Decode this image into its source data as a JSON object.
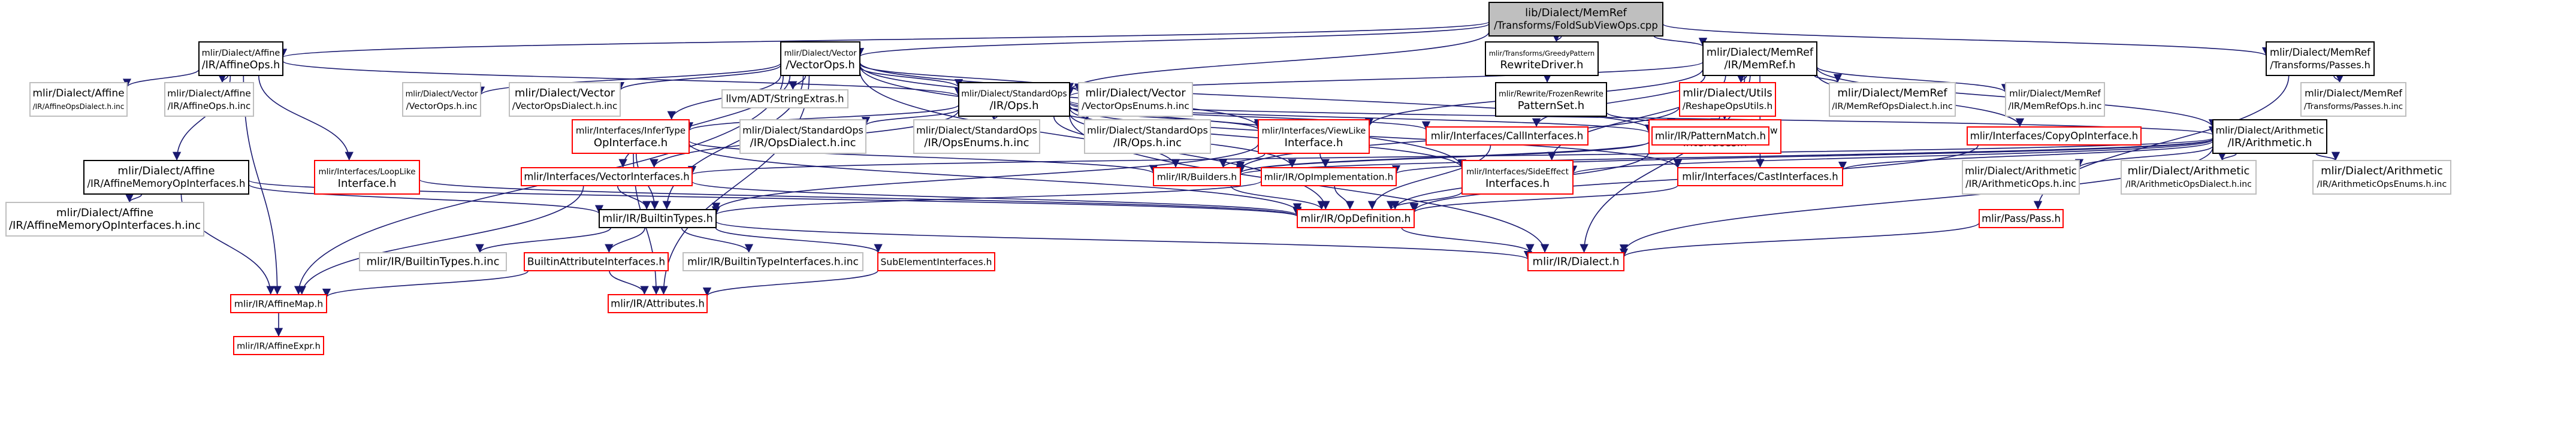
{
  "colors": {
    "edge": "#191970",
    "root_fill": "#bfbfbf",
    "root_border": "#000000",
    "link_border": "#000000",
    "external_border": "#bfbfbf",
    "truncated_border": "#ff0000",
    "text": "#000000"
  },
  "nodes": [
    {
      "id": "root",
      "kind": "root",
      "lines": [
        "lib/Dialect/MemRef",
        "/Transforms/FoldSubViewOps.cpp"
      ]
    },
    {
      "id": "affine_ops",
      "kind": "link",
      "lines": [
        "mlir/Dialect/Affine",
        "/IR/AffineOps.h"
      ]
    },
    {
      "id": "vector_ops",
      "kind": "link",
      "lines": [
        "mlir/Dialect/Vector",
        "/VectorOps.h"
      ]
    },
    {
      "id": "greedy",
      "kind": "link",
      "lines": [
        "mlir/Transforms/GreedyPattern",
        "RewriteDriver.h"
      ]
    },
    {
      "id": "memref_h",
      "kind": "link",
      "lines": [
        "mlir/Dialect/MemRef",
        "/IR/MemRef.h"
      ]
    },
    {
      "id": "memref_passes",
      "kind": "link",
      "lines": [
        "mlir/Dialect/MemRef",
        "/Transforms/Passes.h"
      ]
    },
    {
      "id": "affine_ops_dialect_inc",
      "kind": "external",
      "lines": [
        "mlir/Dialect/Affine",
        "/IR/AffineOpsDialect.h.inc"
      ]
    },
    {
      "id": "affine_ops_inc",
      "kind": "external",
      "lines": [
        "mlir/Dialect/Affine",
        "/IR/AffineOps.h.inc"
      ]
    },
    {
      "id": "vector_ops_inc",
      "kind": "external",
      "lines": [
        "mlir/Dialect/Vector",
        "/VectorOps.h.inc"
      ]
    },
    {
      "id": "vector_ops_dialect_inc",
      "kind": "external",
      "lines": [
        "mlir/Dialect/Vector",
        "/VectorOpsDialect.h.inc"
      ]
    },
    {
      "id": "string_extras",
      "kind": "external",
      "lines": [
        "llvm/ADT/StringExtras.h"
      ]
    },
    {
      "id": "std_ops",
      "kind": "link",
      "lines": [
        "mlir/Dialect/StandardOps",
        "/IR/Ops.h"
      ]
    },
    {
      "id": "vector_enums_inc",
      "kind": "external",
      "lines": [
        "mlir/Dialect/Vector",
        "/VectorOpsEnums.h.inc"
      ]
    },
    {
      "id": "frozen_pattern",
      "kind": "link",
      "lines": [
        "mlir/Rewrite/FrozenRewrite",
        "PatternSet.h"
      ]
    },
    {
      "id": "reshape_utils",
      "kind": "truncated",
      "lines": [
        "mlir/Dialect/Utils",
        "/ReshapeOpsUtils.h"
      ]
    },
    {
      "id": "memref_dialect_inc",
      "kind": "external",
      "lines": [
        "mlir/Dialect/MemRef",
        "/IR/MemRefOpsDialect.h.inc"
      ]
    },
    {
      "id": "memref_ops_inc",
      "kind": "external",
      "lines": [
        "mlir/Dialect/MemRef",
        "/IR/MemRefOps.h.inc"
      ]
    },
    {
      "id": "memref_passes_inc",
      "kind": "external",
      "lines": [
        "mlir/Dialect/MemRef",
        "/Transforms/Passes.h.inc"
      ]
    },
    {
      "id": "infer_type",
      "kind": "truncated",
      "lines": [
        "mlir/Interfaces/InferType",
        "OpInterface.h"
      ]
    },
    {
      "id": "std_dialect_inc",
      "kind": "external",
      "lines": [
        "mlir/Dialect/StandardOps",
        "/IR/OpsDialect.h.inc"
      ]
    },
    {
      "id": "std_enums_inc",
      "kind": "external",
      "lines": [
        "mlir/Dialect/StandardOps",
        "/IR/OpsEnums.h.inc"
      ]
    },
    {
      "id": "std_ops_inc",
      "kind": "external",
      "lines": [
        "mlir/Dialect/StandardOps",
        "/IR/Ops.h.inc"
      ]
    },
    {
      "id": "view_like",
      "kind": "truncated",
      "lines": [
        "mlir/Interfaces/ViewLike",
        "Interface.h"
      ]
    },
    {
      "id": "call_interfaces",
      "kind": "truncated",
      "lines": [
        "mlir/Interfaces/CallInterfaces.h"
      ]
    },
    {
      "id": "control_flow",
      "kind": "truncated",
      "lines": [
        "mlir/Interfaces/ControlFlow",
        "Interfaces.h"
      ]
    },
    {
      "id": "pattern_match",
      "kind": "truncated",
      "lines": [
        "mlir/IR/PatternMatch.h"
      ]
    },
    {
      "id": "copy_op",
      "kind": "truncated",
      "lines": [
        "mlir/Interfaces/CopyOpInterface.h"
      ]
    },
    {
      "id": "arith_h",
      "kind": "link",
      "lines": [
        "mlir/Dialect/Arithmetic",
        "/IR/Arithmetic.h"
      ]
    },
    {
      "id": "affine_mem",
      "kind": "link",
      "lines": [
        "mlir/Dialect/Affine",
        "/IR/AffineMemoryOpInterfaces.h"
      ]
    },
    {
      "id": "loop_like",
      "kind": "truncated",
      "lines": [
        "mlir/Interfaces/LoopLike",
        "Interface.h"
      ]
    },
    {
      "id": "vector_interfaces",
      "kind": "truncated",
      "lines": [
        "mlir/Interfaces/VectorInterfaces.h"
      ]
    },
    {
      "id": "builders",
      "kind": "truncated",
      "lines": [
        "mlir/IR/Builders.h"
      ]
    },
    {
      "id": "op_impl",
      "kind": "truncated",
      "lines": [
        "mlir/IR/OpImplementation.h"
      ]
    },
    {
      "id": "side_effect",
      "kind": "truncated",
      "lines": [
        "mlir/Interfaces/SideEffect",
        "Interfaces.h"
      ]
    },
    {
      "id": "cast_interfaces",
      "kind": "truncated",
      "lines": [
        "mlir/Interfaces/CastInterfaces.h"
      ]
    },
    {
      "id": "arith_ops_inc",
      "kind": "external",
      "lines": [
        "mlir/Dialect/Arithmetic",
        "/IR/ArithmeticOps.h.inc"
      ]
    },
    {
      "id": "arith_dialect_inc",
      "kind": "external",
      "lines": [
        "mlir/Dialect/Arithmetic",
        "/IR/ArithmeticOpsDialect.h.inc"
      ]
    },
    {
      "id": "arith_enums_inc",
      "kind": "external",
      "lines": [
        "mlir/Dialect/Arithmetic",
        "/IR/ArithmeticOpsEnums.h.inc"
      ]
    },
    {
      "id": "affine_mem_inc",
      "kind": "external",
      "lines": [
        "mlir/Dialect/Affine",
        "/IR/AffineMemoryOpInterfaces.h.inc"
      ]
    },
    {
      "id": "builtin_types",
      "kind": "link",
      "lines": [
        "mlir/IR/BuiltinTypes.h"
      ]
    },
    {
      "id": "op_definition",
      "kind": "truncated",
      "lines": [
        "mlir/IR/OpDefinition.h"
      ]
    },
    {
      "id": "pass_h",
      "kind": "truncated",
      "lines": [
        "mlir/Pass/Pass.h"
      ]
    },
    {
      "id": "builtin_types_inc",
      "kind": "external",
      "lines": [
        "mlir/IR/BuiltinTypes.h.inc"
      ]
    },
    {
      "id": "builtin_attr_iface",
      "kind": "truncated",
      "lines": [
        "BuiltinAttributeInterfaces.h"
      ]
    },
    {
      "id": "builtin_type_iface_inc",
      "kind": "external",
      "lines": [
        "mlir/IR/BuiltinTypeInterfaces.h.inc"
      ]
    },
    {
      "id": "subelement",
      "kind": "truncated",
      "lines": [
        "SubElementInterfaces.h"
      ]
    },
    {
      "id": "dialect_h",
      "kind": "truncated",
      "lines": [
        "mlir/IR/Dialect.h"
      ]
    },
    {
      "id": "affine_map",
      "kind": "truncated",
      "lines": [
        "mlir/IR/AffineMap.h"
      ]
    },
    {
      "id": "attributes",
      "kind": "truncated",
      "lines": [
        "mlir/IR/Attributes.h"
      ]
    },
    {
      "id": "affine_expr",
      "kind": "truncated",
      "lines": [
        "mlir/IR/AffineExpr.h"
      ]
    }
  ],
  "edges": [
    [
      "root",
      "affine_ops"
    ],
    [
      "root",
      "vector_ops"
    ],
    [
      "root",
      "greedy"
    ],
    [
      "root",
      "memref_h"
    ],
    [
      "root",
      "memref_passes"
    ],
    [
      "root",
      "std_ops"
    ],
    [
      "affine_ops",
      "affine_ops_dialect_inc"
    ],
    [
      "affine_ops",
      "affine_ops_inc"
    ],
    [
      "affine_ops",
      "std_ops"
    ],
    [
      "affine_ops",
      "affine_mem"
    ],
    [
      "affine_ops",
      "loop_like"
    ],
    [
      "affine_ops",
      "affine_map"
    ],
    [
      "vector_ops",
      "vector_ops_inc"
    ],
    [
      "vector_ops",
      "vector_ops_dialect_inc"
    ],
    [
      "vector_ops",
      "string_extras"
    ],
    [
      "vector_ops",
      "std_ops"
    ],
    [
      "vector_ops",
      "vector_enums_inc"
    ],
    [
      "vector_ops",
      "view_like"
    ],
    [
      "vector_ops",
      "vector_interfaces"
    ],
    [
      "vector_ops",
      "side_effect"
    ],
    [
      "vector_ops",
      "builtin_types"
    ],
    [
      "vector_ops",
      "op_definition"
    ],
    [
      "vector_ops",
      "affine_map"
    ],
    [
      "vector_ops",
      "attributes"
    ],
    [
      "vector_ops",
      "pattern_match"
    ],
    [
      "vector_ops",
      "infer_type"
    ],
    [
      "greedy",
      "frozen_pattern"
    ],
    [
      "frozen_pattern",
      "pattern_match"
    ],
    [
      "memref_h",
      "std_ops"
    ],
    [
      "memref_h",
      "reshape_utils"
    ],
    [
      "memref_h",
      "memref_dialect_inc"
    ],
    [
      "memref_h",
      "memref_ops_inc"
    ],
    [
      "memref_h",
      "arith_h"
    ],
    [
      "memref_h",
      "copy_op"
    ],
    [
      "memref_h",
      "call_interfaces"
    ],
    [
      "memref_h",
      "control_flow"
    ],
    [
      "memref_h",
      "view_like"
    ],
    [
      "memref_h",
      "side_effect"
    ],
    [
      "memref_h",
      "cast_interfaces"
    ],
    [
      "memref_h",
      "dialect_h"
    ],
    [
      "reshape_utils",
      "pattern_match"
    ],
    [
      "reshape_utils",
      "builders"
    ],
    [
      "memref_passes",
      "memref_passes_inc"
    ],
    [
      "memref_passes",
      "pass_h"
    ],
    [
      "std_ops",
      "infer_type"
    ],
    [
      "std_ops",
      "std_dialect_inc"
    ],
    [
      "std_ops",
      "std_enums_inc"
    ],
    [
      "std_ops",
      "std_ops_inc"
    ],
    [
      "std_ops",
      "view_like"
    ],
    [
      "std_ops",
      "call_interfaces"
    ],
    [
      "std_ops",
      "control_flow"
    ],
    [
      "std_ops",
      "vector_interfaces"
    ],
    [
      "std_ops",
      "builders"
    ],
    [
      "std_ops",
      "op_impl"
    ],
    [
      "std_ops",
      "side_effect"
    ],
    [
      "std_ops",
      "cast_interfaces"
    ],
    [
      "std_ops",
      "dialect_h"
    ],
    [
      "std_ops",
      "arith_h"
    ],
    [
      "infer_type",
      "builtin_types"
    ],
    [
      "infer_type",
      "op_definition"
    ],
    [
      "infer_type",
      "builders"
    ],
    [
      "infer_type",
      "attributes"
    ],
    [
      "view_like",
      "builders"
    ],
    [
      "view_like",
      "op_impl"
    ],
    [
      "view_like",
      "builtin_types"
    ],
    [
      "call_interfaces",
      "op_definition"
    ],
    [
      "control_flow",
      "op_definition"
    ],
    [
      "control_flow",
      "builders"
    ],
    [
      "pattern_match",
      "builders"
    ],
    [
      "copy_op",
      "op_definition"
    ],
    [
      "arith_h",
      "arith_ops_inc"
    ],
    [
      "arith_h",
      "arith_dialect_inc"
    ],
    [
      "arith_h",
      "arith_enums_inc"
    ],
    [
      "arith_h",
      "vector_interfaces"
    ],
    [
      "arith_h",
      "cast_interfaces"
    ],
    [
      "arith_h",
      "side_effect"
    ],
    [
      "arith_h",
      "op_impl"
    ],
    [
      "arith_h",
      "builders"
    ],
    [
      "arith_h",
      "dialect_h"
    ],
    [
      "affine_mem",
      "affine_mem_inc"
    ],
    [
      "affine_mem",
      "builtin_types"
    ],
    [
      "affine_mem",
      "op_definition"
    ],
    [
      "affine_mem",
      "affine_map"
    ],
    [
      "loop_like",
      "op_definition"
    ],
    [
      "vector_interfaces",
      "builtin_types"
    ],
    [
      "vector_interfaces",
      "op_definition"
    ],
    [
      "vector_interfaces",
      "affine_map"
    ],
    [
      "builders",
      "op_definition"
    ],
    [
      "op_impl",
      "op_definition"
    ],
    [
      "op_impl",
      "builtin_types"
    ],
    [
      "side_effect",
      "op_definition"
    ],
    [
      "cast_interfaces",
      "op_definition"
    ],
    [
      "builtin_types",
      "builtin_types_inc"
    ],
    [
      "builtin_types",
      "builtin_attr_iface"
    ],
    [
      "builtin_types",
      "builtin_type_iface_inc"
    ],
    [
      "builtin_types",
      "subelement"
    ],
    [
      "builtin_types",
      "dialect_h"
    ],
    [
      "builtin_attr_iface",
      "affine_map"
    ],
    [
      "builtin_attr_iface",
      "attributes"
    ],
    [
      "subelement",
      "attributes"
    ],
    [
      "op_definition",
      "dialect_h"
    ],
    [
      "pass_h",
      "dialect_h"
    ],
    [
      "affine_map",
      "affine_expr"
    ]
  ]
}
